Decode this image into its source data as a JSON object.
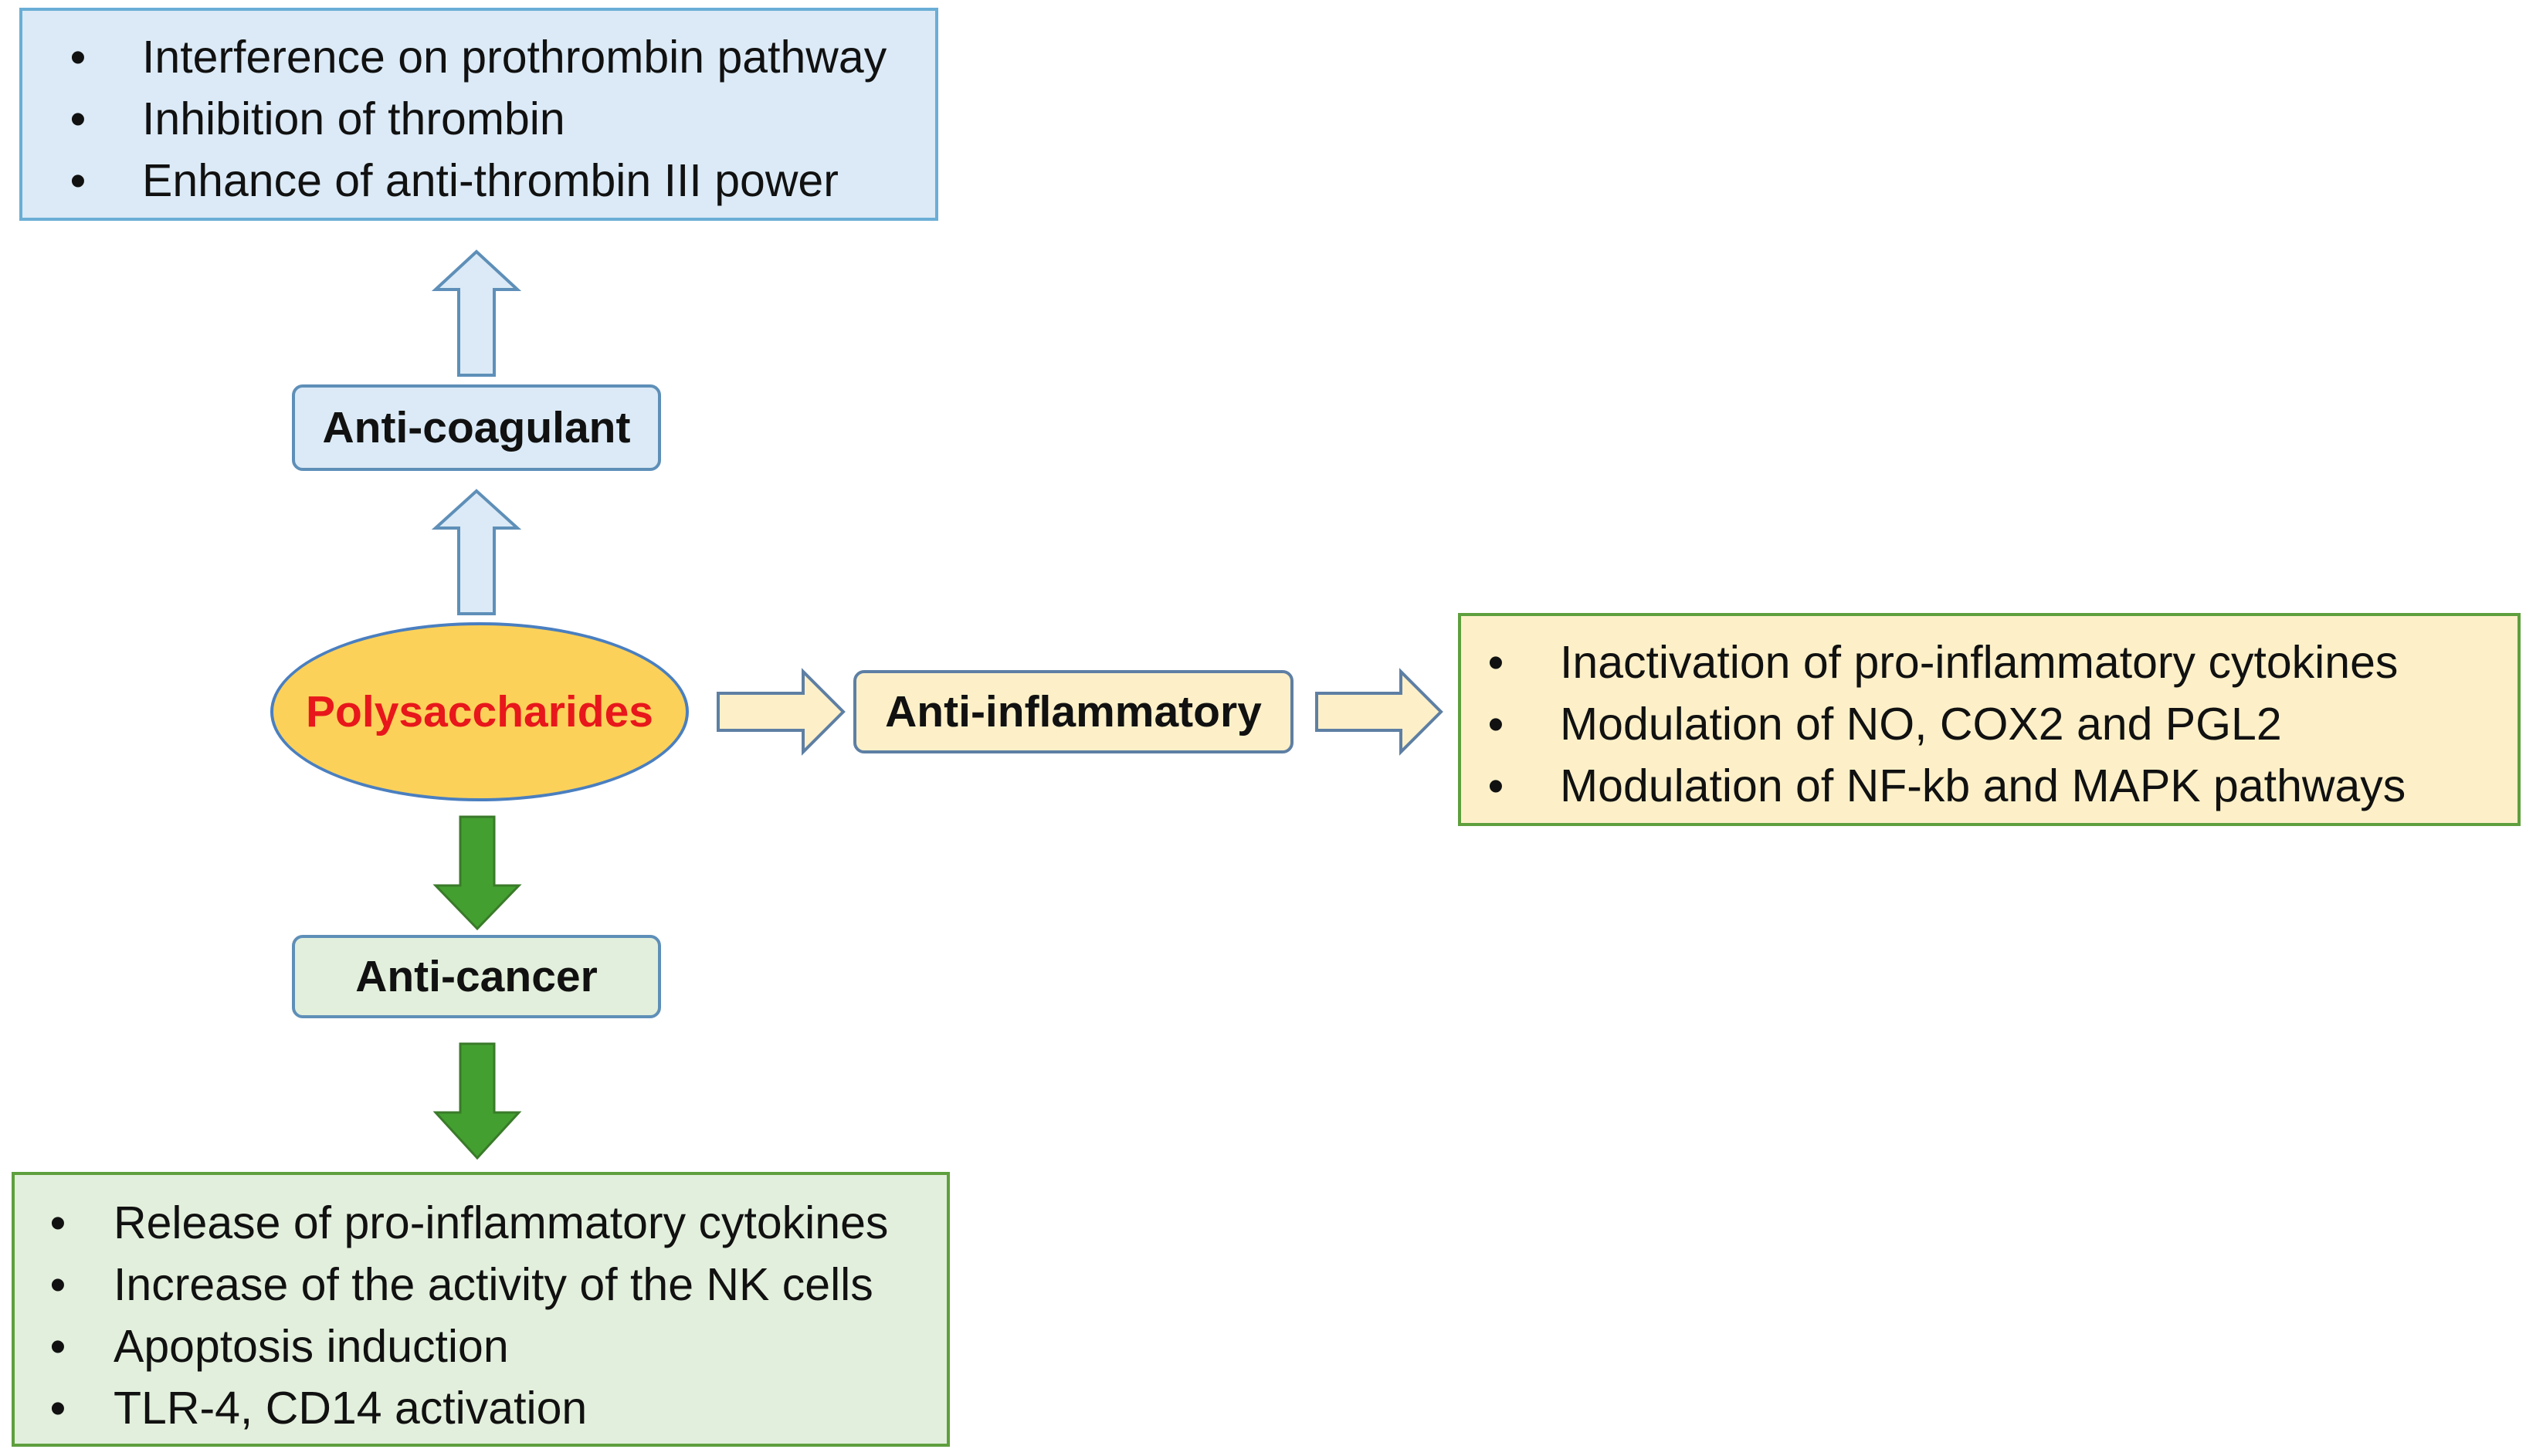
{
  "center": {
    "label": "Polysaccharides"
  },
  "anti_coagulant": {
    "label": "Anti-coagulant",
    "items": [
      "Interference on prothrombin pathway",
      "Inhibition of thrombin",
      "Enhance of anti-thrombin III power"
    ]
  },
  "anti_inflammatory": {
    "label": "Anti-inflammatory",
    "items": [
      "Inactivation of pro-inflammatory cytokines",
      "Modulation of NO, COX2 and PGL2",
      "Modulation of NF-kb and MAPK pathways"
    ]
  },
  "anti_cancer": {
    "label": "Anti-cancer",
    "items": [
      "Release of pro-inflammatory cytokines",
      "Increase of the activity of the NK cells",
      "Apoptosis induction",
      "TLR-4, CD14 activation"
    ]
  },
  "bullet": "•",
  "colors": {
    "coagulant_fill": "#dbeaf6",
    "coagulant_border": "#6aaed6",
    "inflammatory_fill": "#fdf0c8",
    "cancer_fill": "#e2efdc",
    "cancer_arrow": "#43a030",
    "center_fill": "#fcd15a",
    "center_text": "#e8171b"
  }
}
